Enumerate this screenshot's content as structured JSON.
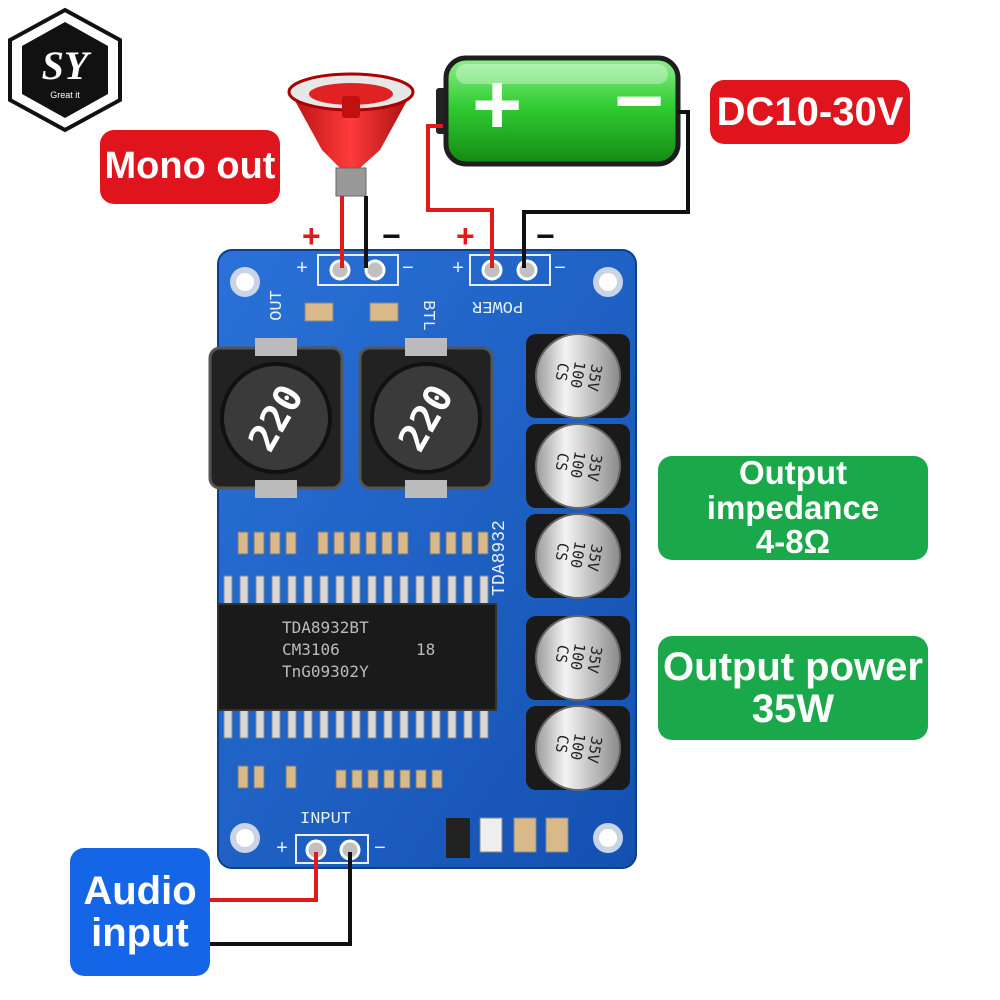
{
  "brand": {
    "logo_text": "SY",
    "tagline": "Great it"
  },
  "labels": {
    "mono_out": "Mono out",
    "dc_voltage": "DC10-30V",
    "output_impedance_line1": "Output impedance",
    "output_impedance_line2": "4-8Ω",
    "output_power_line1": "Output power",
    "output_power_line2": "35W",
    "audio_input_line1": "Audio",
    "audio_input_line2": "input"
  },
  "polarity": {
    "speaker_plus": "+",
    "speaker_minus": "−",
    "power_plus": "+",
    "power_minus": "−"
  },
  "battery": {
    "plus": "+",
    "minus": "−"
  },
  "pcb": {
    "out_label": "OUT",
    "btl_label": "BTL",
    "power_label": "POWER",
    "input_label": "INPUT",
    "board_name": "TDA8932",
    "inductor_value": "220",
    "chip_line1": "TDA8932BT",
    "chip_line2": "CM3106",
    "chip_line3": "TnG09302Y",
    "chip_code": "18",
    "cap_value": "100",
    "cap_voltage": "35V",
    "cap_brand": "CS",
    "plus": "+",
    "minus": "−"
  },
  "colors": {
    "pcb_blue": "#1b5fc4",
    "wire_red": "#e01a1a",
    "wire_black": "#111111",
    "battery_green": "#33cc33",
    "label_red": "#e0141c",
    "label_green": "#1aa84a",
    "label_blue": "#1466e6"
  }
}
